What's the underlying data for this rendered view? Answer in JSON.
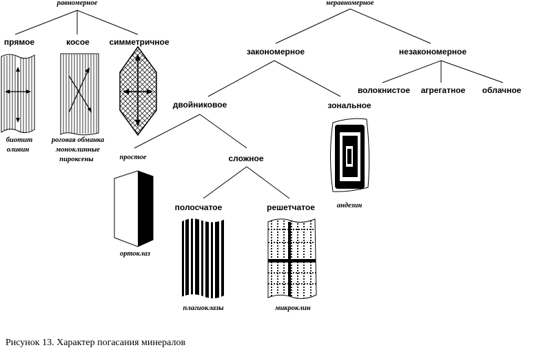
{
  "labels": {
    "uniform": "равномерное",
    "nonuniform": "неравномерное",
    "straight": "прямое",
    "oblique": "косое",
    "symmetric": "симметричное",
    "regular": "закономерное",
    "irregular": "незакономерное",
    "fibrous": "волокнистое",
    "aggregate": "агрегатное",
    "cloudy": "облачное",
    "twin": "двойниковое",
    "zonal": "зональное",
    "simple": "простое",
    "complex": "сложное",
    "banded": "полосчатое",
    "lattice": "решетчатое"
  },
  "minerals": {
    "biotite_1": "биотит",
    "biotite_2": "оливин",
    "hornblende_1": "роговая обманка",
    "hornblende_2": "моноклинные",
    "hornblende_3": "пироксены",
    "orthoclase": "ортоклаз",
    "andesine": "андезин",
    "plagioclase": "плагиоклазы",
    "microcline": "микроклин"
  },
  "caption": "Рисунок 13. Характер погасания минералов"
}
